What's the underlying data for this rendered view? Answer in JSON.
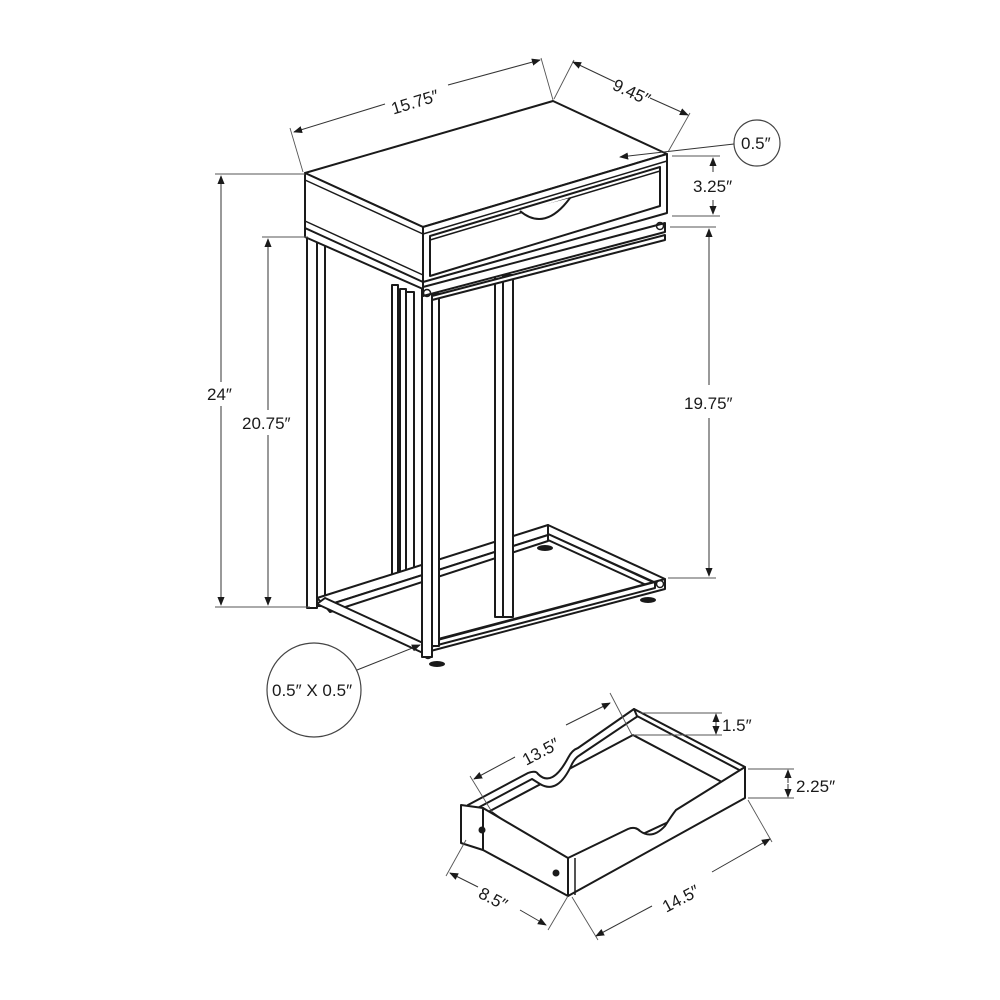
{
  "diagram": {
    "type": "technical-dimension-drawing",
    "subject": "C-shaped accent table with drawer",
    "colors": {
      "line": "#1a1a1a",
      "dimension_line": "#333333",
      "background": "#ffffff"
    },
    "table": {
      "dimensions": {
        "width": "15.75″",
        "depth": "9.45″",
        "top_thickness": "0.5″",
        "drawer_box_height": "3.25″",
        "overall_height": "24″",
        "under_top_height": "20.75″",
        "leg_clearance_height": "19.75″",
        "tube_profile": "0.5″ X 0.5″"
      }
    },
    "drawer": {
      "dimensions": {
        "inner_length": "13.5″",
        "side_height": "1.5″",
        "front_height": "2.25″",
        "width": "8.5″",
        "outer_length": "14.5″"
      }
    }
  }
}
